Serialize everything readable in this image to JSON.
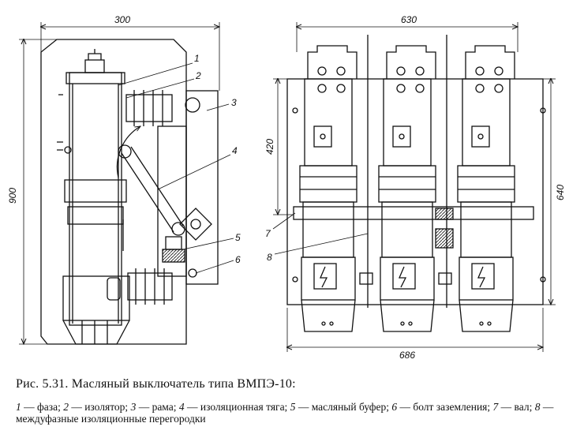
{
  "figure": {
    "left_view": {
      "dims": {
        "width": "300",
        "height": "900"
      },
      "callouts": [
        "1",
        "2",
        "3",
        "4",
        "5",
        "6"
      ]
    },
    "right_view": {
      "dims": {
        "top_width": "630",
        "bottom_width": "686",
        "left_height": "420",
        "right_height": "640"
      },
      "callouts": [
        "7",
        "8"
      ]
    }
  },
  "caption": {
    "title": "Рис. 5.31. Масляный выключатель типа ВМПЭ-10:",
    "legend": [
      {
        "n": "1",
        "text": "фаза;"
      },
      {
        "n": "2",
        "text": "изолятор;"
      },
      {
        "n": "3",
        "text": "рама;"
      },
      {
        "n": "4",
        "text": "изоляционная тяга;"
      },
      {
        "n": "5",
        "text": "масляный буфер;"
      },
      {
        "n": "6",
        "text": "болт заземления;"
      },
      {
        "n": "7",
        "text": "вал;"
      },
      {
        "n": "8",
        "text": "междуфазные изоляционные перегородки"
      }
    ]
  }
}
